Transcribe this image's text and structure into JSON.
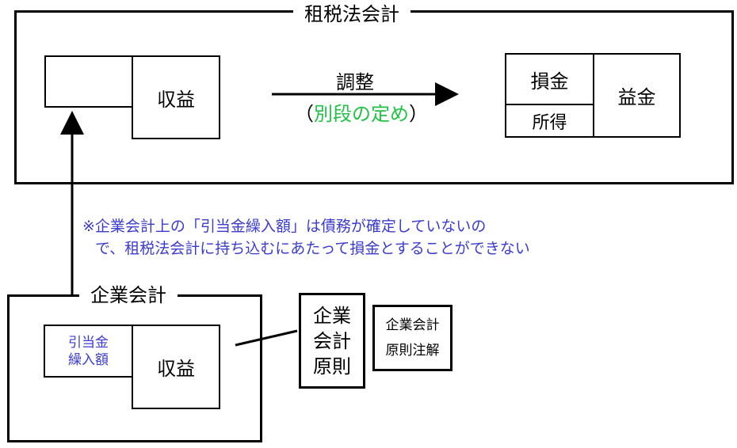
{
  "tax": {
    "title": "租税法会計",
    "revenue": "収益",
    "adjust": "調整",
    "paren_open": "（",
    "special": "別段の定め",
    "paren_close": "）",
    "loss": "損金",
    "income": "所得",
    "gain": "益金"
  },
  "note": {
    "line1": "※企業会計上の「引当金繰入額」は債務が確定していないの",
    "line2": "で、租税法会計に持ち込むにあたって損金とすることができない"
  },
  "corp": {
    "title": "企業会計",
    "provision_1": "引当金",
    "provision_2": "繰入額",
    "revenue": "収益"
  },
  "principles": {
    "l1": "企業",
    "l2": "会計",
    "l3": "原則"
  },
  "notes_box": {
    "l1": "企業会計",
    "l2": "原則注解"
  },
  "colors": {
    "note": "#3b3bd1",
    "special": "#22c244"
  }
}
